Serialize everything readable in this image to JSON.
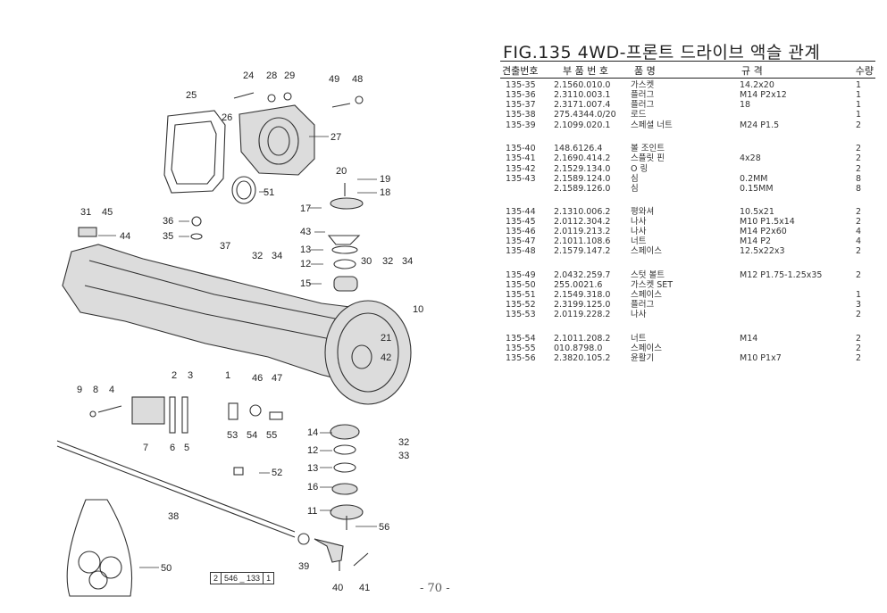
{
  "title": "FIG.135 4WD-프론트 드라이브 액슬 관계",
  "headers": {
    "no": "견출번호",
    "part_no": "부 품 번 호",
    "name": "품 명",
    "spec": "규 격",
    "qty": "수량"
  },
  "rows": [
    {
      "no": "135-35",
      "part_no": "2.1560.010.0",
      "name": "가스켓",
      "spec": "14.2x20",
      "qty": "1"
    },
    {
      "no": "135-36",
      "part_no": "2.3110.003.1",
      "name": "플러그",
      "spec": "M14 P2x12",
      "qty": "1"
    },
    {
      "no": "135-37",
      "part_no": "2.3171.007.4",
      "name": "플러그",
      "spec": "18",
      "qty": "1"
    },
    {
      "no": "135-38",
      "part_no": "275.4344.0/20",
      "name": "로드",
      "spec": "",
      "qty": "1"
    },
    {
      "no": "135-39",
      "part_no": "2.1099.020.1",
      "name": "스페셜 너트",
      "spec": "M24 P1.5",
      "qty": "2"
    },
    {
      "no": "135-40",
      "part_no": "148.6126.4",
      "name": "볼 조인트",
      "spec": "",
      "qty": "2"
    },
    {
      "no": "135-41",
      "part_no": "2.1690.414.2",
      "name": "스플릿 핀",
      "spec": "4x28",
      "qty": "2"
    },
    {
      "no": "135-42",
      "part_no": "2.1529.134.0",
      "name": "O 링",
      "spec": "",
      "qty": "2"
    },
    {
      "no": "135-43",
      "part_no": "2.1589.124.0",
      "name": "심",
      "spec": "0.2MM",
      "qty": "8"
    },
    {
      "no": "",
      "part_no": "2.1589.126.0",
      "name": "심",
      "spec": "0.15MM",
      "qty": "8"
    },
    {
      "no": "135-44",
      "part_no": "2.1310.006.2",
      "name": "평와셔",
      "spec": "10.5x21",
      "qty": "2"
    },
    {
      "no": "135-45",
      "part_no": "2.0112.304.2",
      "name": "나사",
      "spec": "M10 P1.5x14",
      "qty": "2"
    },
    {
      "no": "135-46",
      "part_no": "2.0119.213.2",
      "name": "나사",
      "spec": "M14 P2x60",
      "qty": "4"
    },
    {
      "no": "135-47",
      "part_no": "2.1011.108.6",
      "name": "너트",
      "spec": "M14 P2",
      "qty": "4"
    },
    {
      "no": "135-48",
      "part_no": "2.1579.147.2",
      "name": "스페이스",
      "spec": "12.5x22x3",
      "qty": "2"
    },
    {
      "no": "135-49",
      "part_no": "2.0432.259.7",
      "name": "스텃 볼트",
      "spec": "M12 P1.75-1.25x35",
      "qty": "2"
    },
    {
      "no": "135-50",
      "part_no": "255.0021.6",
      "name": "가스켓 SET",
      "spec": "",
      "qty": ""
    },
    {
      "no": "135-51",
      "part_no": "2.1549.318.0",
      "name": "스페이스",
      "spec": "",
      "qty": "1"
    },
    {
      "no": "135-52",
      "part_no": "2.3199.125.0",
      "name": "플러그",
      "spec": "",
      "qty": "3"
    },
    {
      "no": "135-53",
      "part_no": "2.0119.228.2",
      "name": "나사",
      "spec": "",
      "qty": "2"
    },
    {
      "no": "135-54",
      "part_no": "2.1011.208.2",
      "name": "너트",
      "spec": "M14",
      "qty": "2"
    },
    {
      "no": "135-55",
      "part_no": "010.8798.0",
      "name": "스페이스",
      "spec": "",
      "qty": "2"
    },
    {
      "no": "135-56",
      "part_no": "2.3820.105.2",
      "name": "윤활기",
      "spec": "M10 P1x7",
      "qty": "2"
    }
  ],
  "callouts": [
    "24",
    "28",
    "29",
    "49",
    "48",
    "25",
    "26",
    "27",
    "20",
    "19",
    "18",
    "51",
    "17",
    "31",
    "45",
    "44",
    "36",
    "35",
    "43",
    "13",
    "12",
    "15",
    "37",
    "32",
    "34",
    "30",
    "32",
    "34",
    "10",
    "21",
    "42",
    "2",
    "3",
    "1",
    "46",
    "47",
    "9",
    "8",
    "4",
    "7",
    "6",
    "5",
    "53",
    "54",
    "55",
    "14",
    "12",
    "32",
    "33",
    "13",
    "16",
    "11",
    "56",
    "52",
    "38",
    "50",
    "39",
    "40",
    "41"
  ],
  "ref_box": [
    "2",
    "546 _ 133",
    "1"
  ],
  "page_number": "- 70 -"
}
